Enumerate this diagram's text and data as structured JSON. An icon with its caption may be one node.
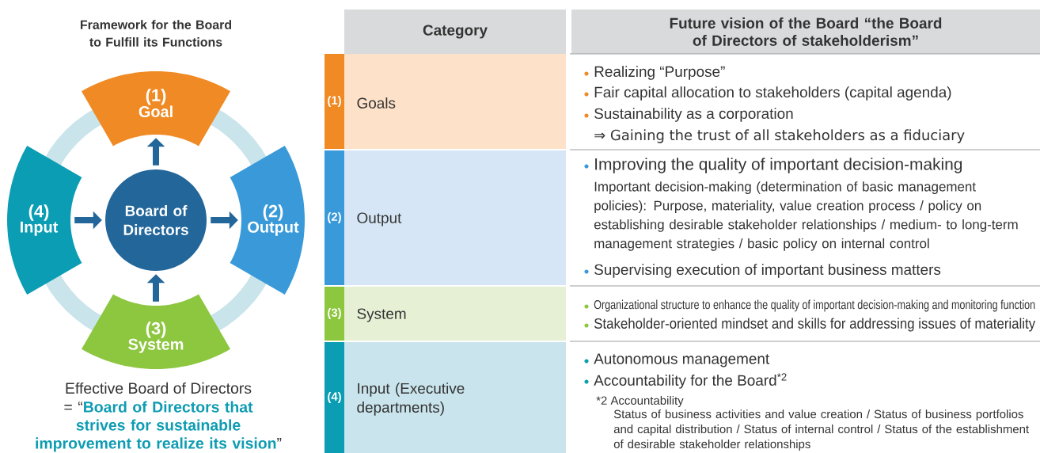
{
  "diagram": {
    "title": "Framework for the Board to Fulfill its Functions",
    "nodes": [
      {
        "text": [
          "(1)",
          "Goal"
        ]
      },
      {
        "text": [
          "(2)",
          "Output"
        ]
      },
      {
        "text": [
          "(3)",
          "System"
        ]
      },
      {
        "text": [
          "(4)",
          "Input"
        ]
      },
      {
        "text": [
          "Board of Directors"
        ]
      }
    ],
    "edges": [
      {
        "from": 4,
        "to": 0,
        "arrow": "to"
      },
      {
        "from": 4,
        "to": 1,
        "arrow": "to"
      },
      {
        "from": 2,
        "to": 4,
        "arrow": "to"
      },
      {
        "from": 3,
        "to": 4,
        "arrow": "to"
      }
    ],
    "labels": [
      "Category",
      "Future vision of the Board “the Board of Directors of stakeholderism”",
      "(1)",
      "Goals",
      "Realizing “Purpose”",
      "Fair capital allocation to stakeholders (capital agenda)",
      "Sustainability as a corporation",
      "⇒ Gaining the trust of all stakeholders as a fiduciary",
      "(2)",
      "Output",
      "Improving the quality of important decision-making",
      "Important decision-making (determination of basic management policies): Purpose, materiality, value creation process / policy on establishing desirable stakeholder relationships / medium- to long-term management strategies / basic policy on internal control",
      "Supervising execution of important business matters",
      "(3)",
      "System",
      "Organizational structure to enhance the quality of important decision-making and monitoring function",
      "Stakeholder-oriented mindset and skills for addressing issues of materiality",
      "(4)",
      "Input (Executive departments)",
      "Autonomous management",
      "Accountability for the Board$^{*2}$",
      "*2 Accountability",
      "Status of business activities and value creation / Status of business portfolios and capital distribution / Status of internal control / Status of the establishment of desirable stakeholder relationships",
      "Effective Board of Directors",
      "= “**Board of Directors that strives for sustainable improvement to realize its vision**”"
    ]
  }
}
